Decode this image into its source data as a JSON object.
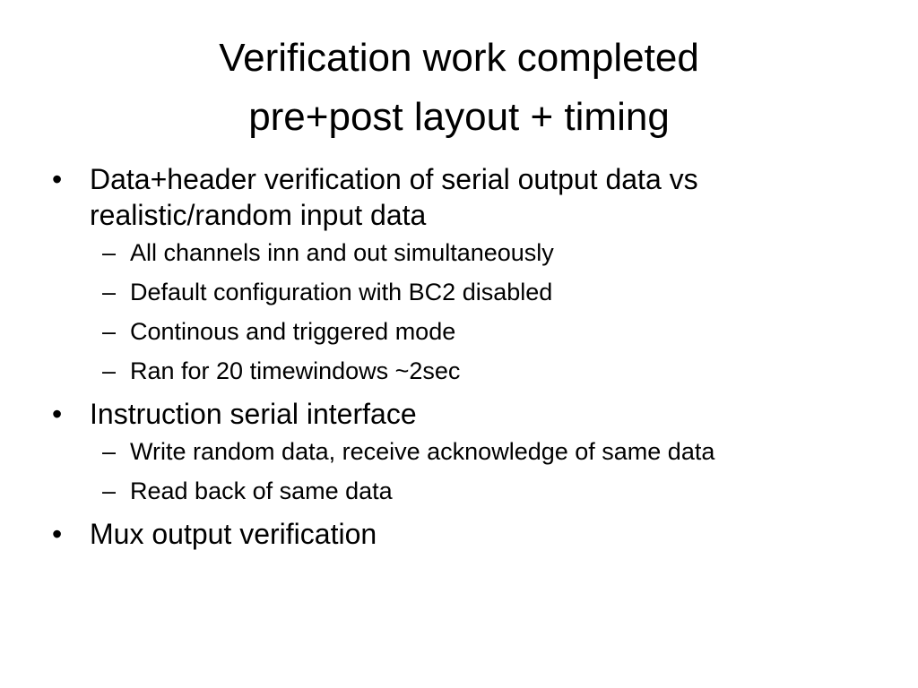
{
  "slide": {
    "title_line1": "Verification work completed",
    "title_line2": "pre+post layout + timing",
    "bullet_symbol": "•",
    "dash_symbol": "–",
    "items": [
      {
        "text": "Data+header verification of serial output data vs realistic/random input data",
        "subitems": [
          "All channels inn and out simultaneously",
          "Default configuration with BC2 disabled",
          "Continous and triggered mode",
          "Ran for 20 timewindows ~2sec"
        ]
      },
      {
        "text": "Instruction serial interface",
        "subitems": [
          " Write random data, receive acknowledge of same data",
          "Read back of same data"
        ]
      },
      {
        "text": "Mux output verification",
        "subitems": []
      }
    ]
  }
}
